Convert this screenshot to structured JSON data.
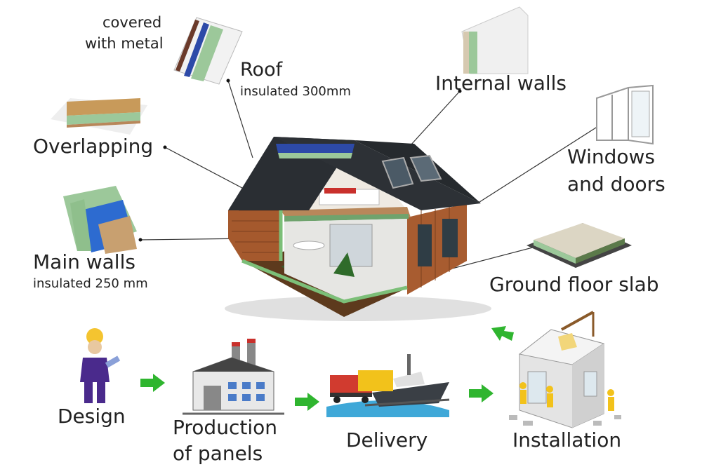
{
  "labels": {
    "covered_line1": "covered",
    "covered_line2": "with metal",
    "roof": "Roof",
    "roof_sub": "insulated 300mm",
    "internal_walls": "Internal walls",
    "overlapping": "Overlapping",
    "windows_line1": "Windows",
    "windows_line2": "and doors",
    "main_walls": "Main walls",
    "main_walls_sub": "insulated 250 mm",
    "ground_floor_slab": "Ground floor slab"
  },
  "process": {
    "design": "Design",
    "production_line1": "Production",
    "production_line2": "of panels",
    "delivery": "Delivery",
    "installation": "Installation"
  },
  "colors": {
    "arrow": "#2fb52f",
    "insulation": "#9cc89a",
    "panel_blue": "#2d4aa8",
    "wood": "#a0552e",
    "roof_dark": "#2b2f33",
    "figure": "#4a2a8c"
  }
}
